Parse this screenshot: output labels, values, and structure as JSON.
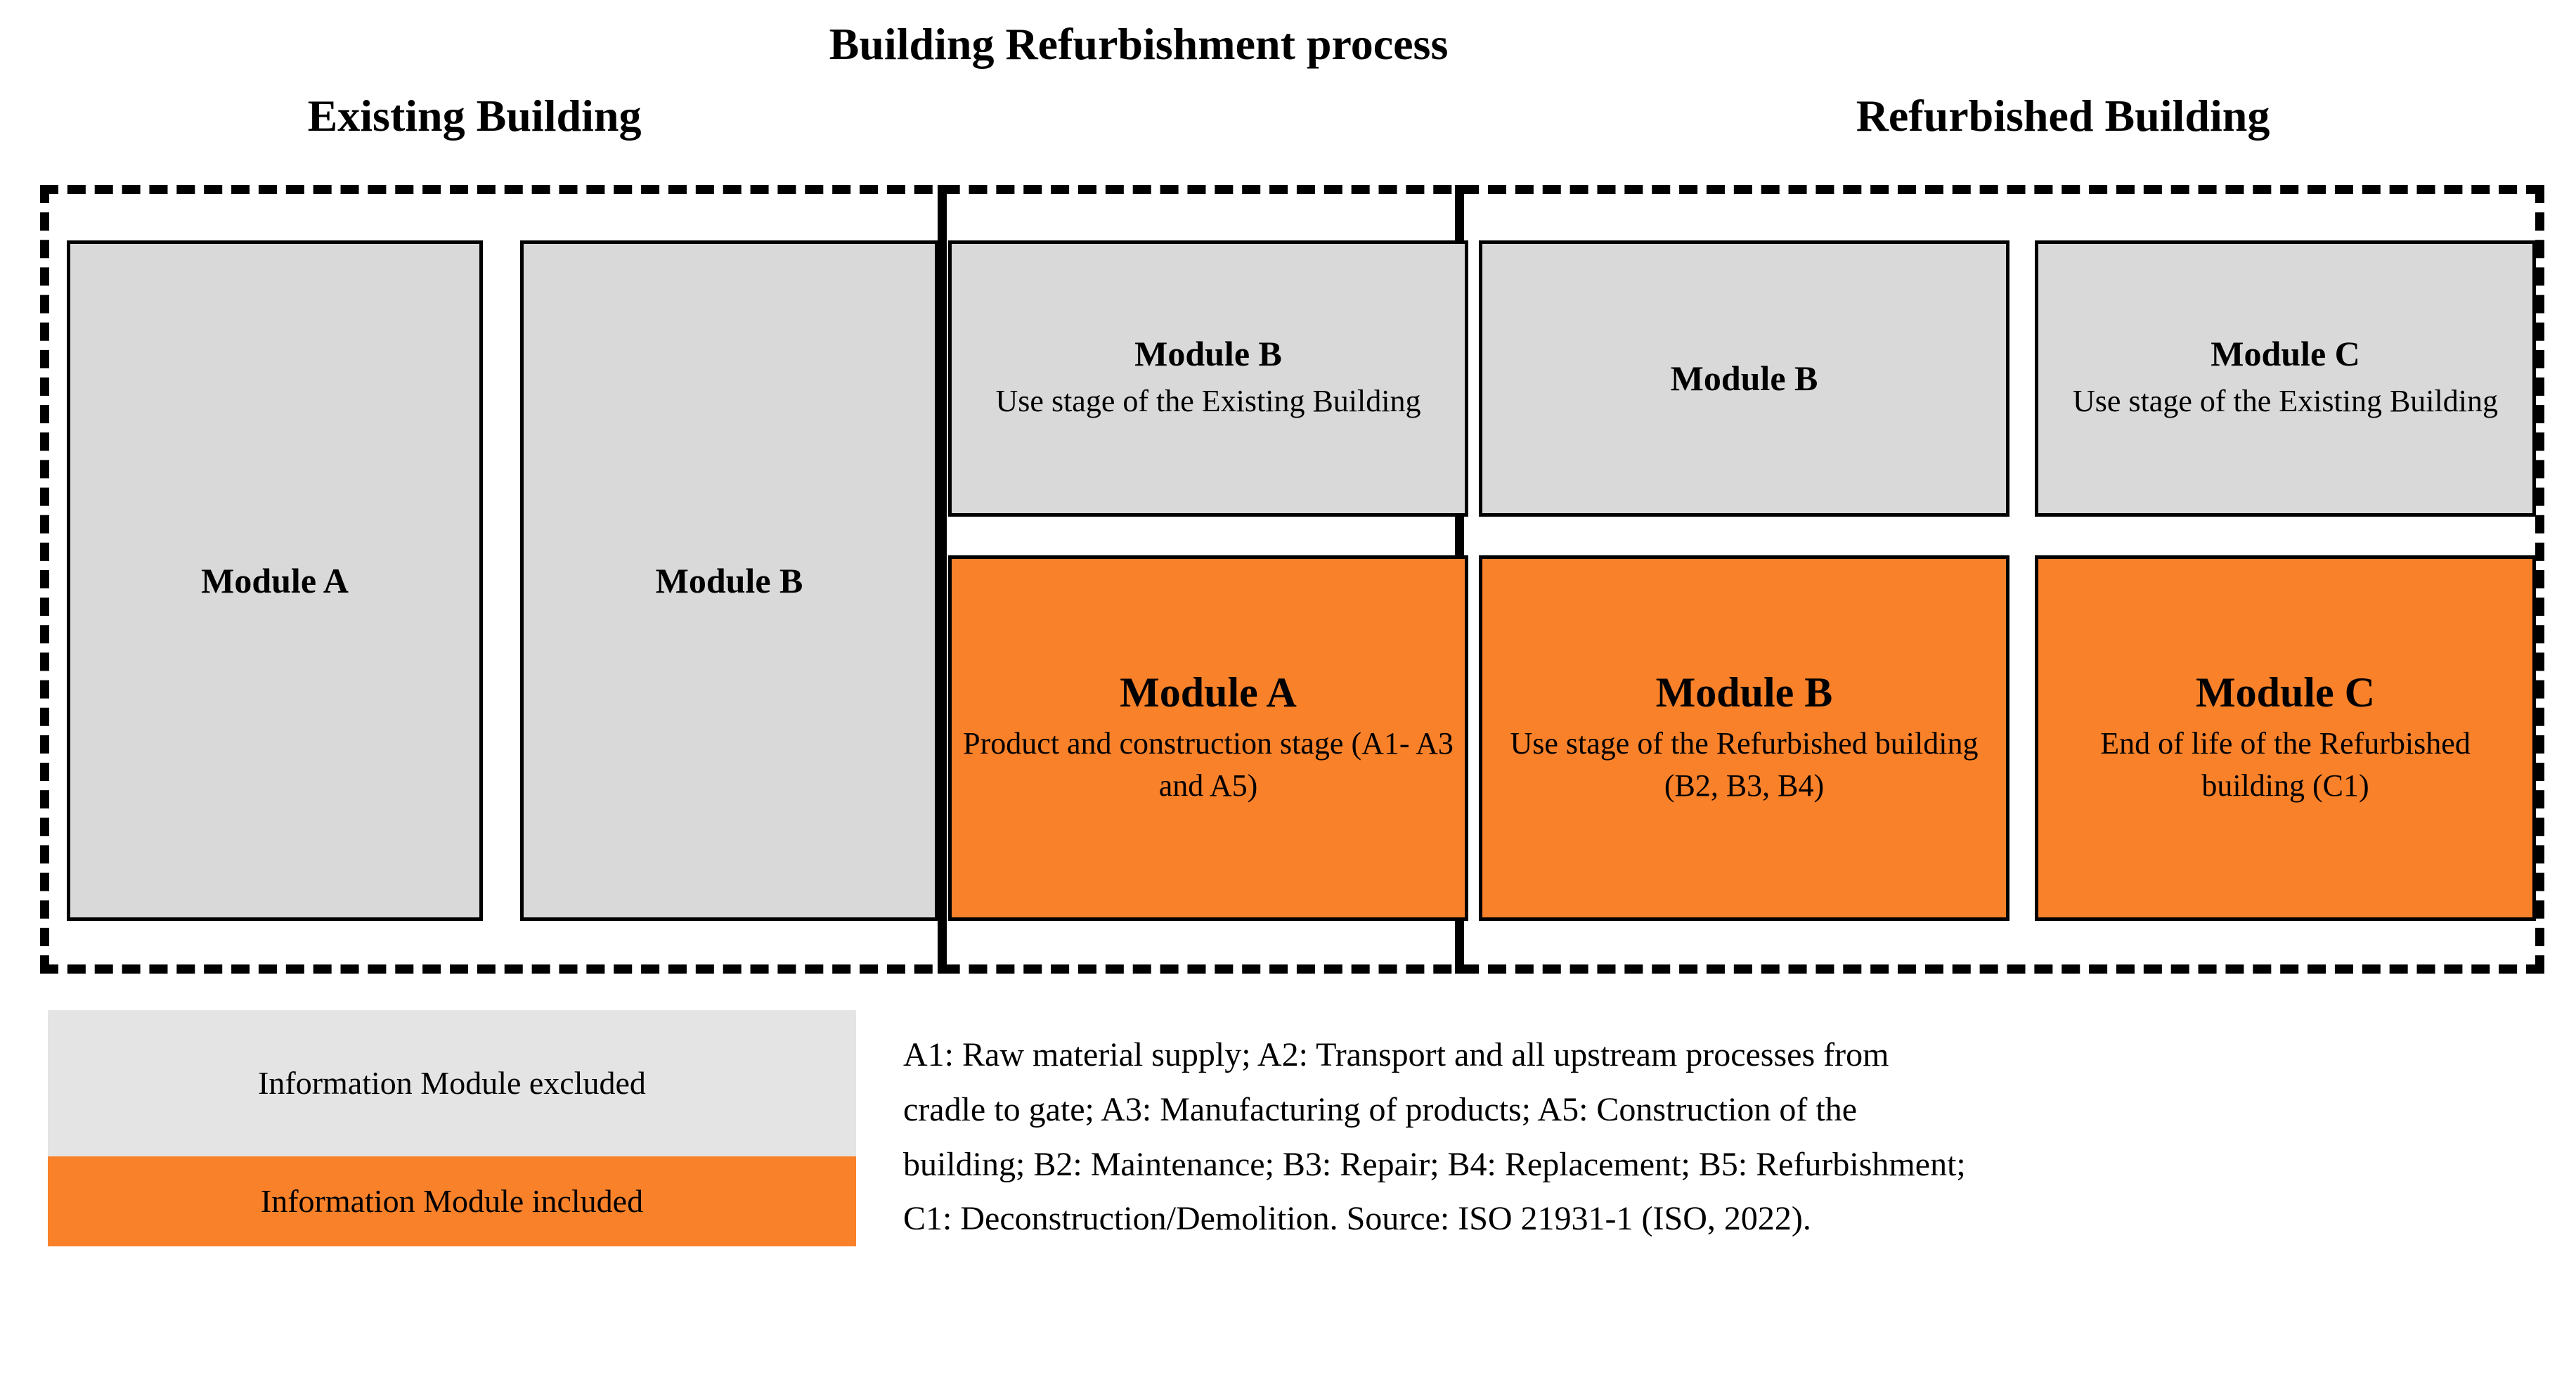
{
  "headers": {
    "existing_building": "Existing Building",
    "refurbishment_process": "Building Refurbishment process",
    "refurbished_building": "Refurbished Building"
  },
  "colors": {
    "included": "#f9812a",
    "excluded": "#d9d9d9",
    "legend_excluded": "#e4e4e4",
    "border": "#000000"
  },
  "diagram": {
    "existing": {
      "module_a": {
        "title": "Module A",
        "subtitle": "",
        "state": "excluded"
      },
      "module_b": {
        "title": "Module B",
        "subtitle": "",
        "state": "excluded"
      }
    },
    "process": {
      "top": {
        "title": "Module B",
        "subtitle": "Use stage of the Existing Building",
        "state": "excluded"
      },
      "bottom": {
        "title": "Module A",
        "subtitle": "Product and construction stage (A1- A3 and A5)",
        "state": "included"
      }
    },
    "refurbished": {
      "b_top": {
        "title": "Module B",
        "subtitle": "",
        "state": "excluded"
      },
      "b_bottom": {
        "title": "Module B",
        "subtitle": "Use stage of the Refurbished building (B2, B3, B4)",
        "state": "included"
      },
      "c_top": {
        "title": "Module C",
        "subtitle": "Use stage of the Existing Building",
        "state": "excluded"
      },
      "c_bottom": {
        "title": "Module C",
        "subtitle": "End of life of the Refurbished building (C1)",
        "state": "included"
      }
    }
  },
  "legend": {
    "excluded_label": "Information Module excluded",
    "included_label": "Information Module included"
  },
  "caption": {
    "line1": "A1: Raw material supply; A2: Transport and all upstream processes from",
    "line2": "cradle to gate; A3: Manufacturing of products; A5: Construction of the",
    "line3": "building; B2: Maintenance; B3: Repair; B4: Replacement; B5: Refurbishment;",
    "line4": "C1: Deconstruction/Demolition. Source: ISO 21931-1 (ISO, 2022)."
  }
}
